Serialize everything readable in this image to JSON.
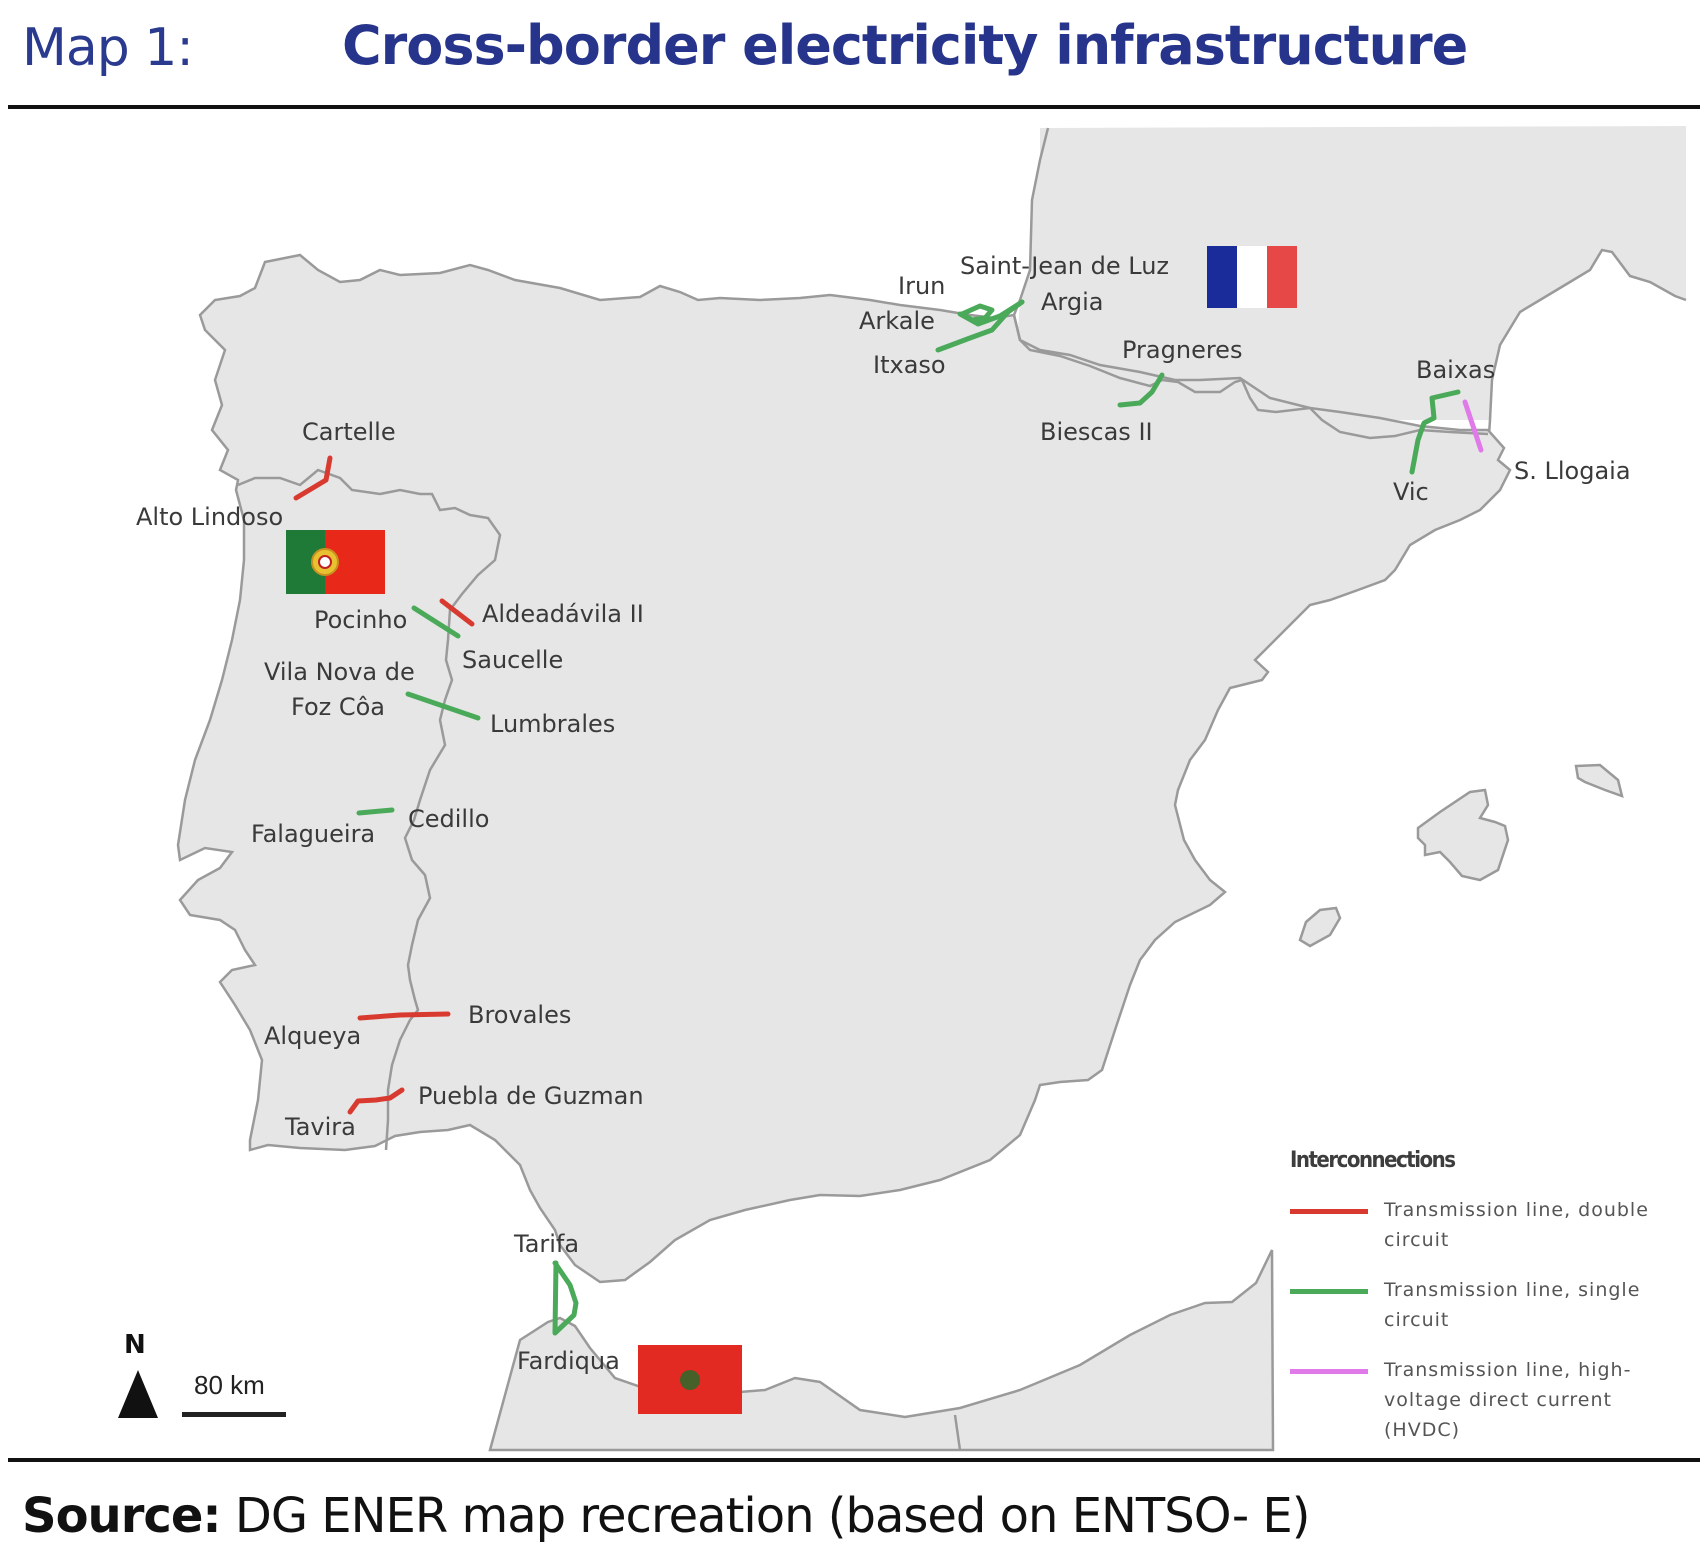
{
  "header": {
    "map_number": "Map 1:",
    "title": "Cross-border electricity infrastructure"
  },
  "colors": {
    "title_blue": "#27348b",
    "land": "#e6e6e6",
    "border": "#9a9a9a",
    "double_circuit": "#d83a30",
    "single_circuit": "#4aaa5a",
    "hvdc": "#e07ae8"
  },
  "map": {
    "flags": [
      {
        "country": "France",
        "icon": "france-flag"
      },
      {
        "country": "Portugal",
        "icon": "portugal-flag"
      },
      {
        "country": "Morocco",
        "icon": "morocco-flag"
      }
    ],
    "labels": {
      "saint_jean_de_luz": "Saint-Jean de Luz",
      "irun": "Irun",
      "argia": "Argia",
      "arkale": "Arkale",
      "itxaso": "Itxaso",
      "pragneres": "Pragneres",
      "biescas": "Biescas II",
      "baixas": "Baixas",
      "vic": "Vic",
      "s_llogaia": "S. Llogaia",
      "cartelle": "Cartelle",
      "alto_lindoso": "Alto Lindoso",
      "pocinho": "Pocinho",
      "aldeadavila": "Aldeadávila II",
      "saucelle": "Saucelle",
      "vila_nova_1": "Vila Nova de",
      "vila_nova_2": "Foz Côa",
      "lumbrales": "Lumbrales",
      "falagueira": "Falagueira",
      "cedillo": "Cedillo",
      "brovales": "Brovales",
      "alqueya": "Alqueya",
      "puebla": "Puebla de Guzman",
      "tavira": "Tavira",
      "tarifa": "Tarifa",
      "fardiqua": "Fardiqua"
    },
    "interconnections": [
      {
        "from": "Cartelle",
        "to": "Alto Lindoso",
        "type": "double_circuit"
      },
      {
        "from": "Aldeadávila II",
        "to": "Pocinho",
        "type": "double_circuit"
      },
      {
        "from": "Saucelle",
        "to": "Pocinho",
        "type": "single_circuit"
      },
      {
        "from": "Lumbrales",
        "to": "Vila Nova de Foz Côa",
        "type": "single_circuit"
      },
      {
        "from": "Cedillo",
        "to": "Falagueira",
        "type": "single_circuit"
      },
      {
        "from": "Brovales",
        "to": "Alqueya",
        "type": "double_circuit"
      },
      {
        "from": "Puebla de Guzman",
        "to": "Tavira",
        "type": "double_circuit"
      },
      {
        "from": "Irun",
        "to": "Argia",
        "type": "single_circuit"
      },
      {
        "from": "Arkale",
        "to": "Argia",
        "type": "single_circuit"
      },
      {
        "from": "Itxaso",
        "to": "Argia",
        "type": "single_circuit"
      },
      {
        "from": "Biescas II",
        "to": "Pragneres",
        "type": "single_circuit"
      },
      {
        "from": "Vic",
        "to": "Baixas",
        "type": "single_circuit"
      },
      {
        "from": "S. Llogaia",
        "to": "Baixas",
        "type": "hvdc"
      },
      {
        "from": "Tarifa",
        "to": "Fardiqua",
        "type": "single_circuit"
      }
    ]
  },
  "legend": {
    "title": "Interconnections",
    "items": [
      {
        "label": "Transmission line, double circuit",
        "color": "#d83a30"
      },
      {
        "label": "Transmission line, single circuit",
        "color": "#4aaa5a"
      },
      {
        "label": "Transmission line, high-voltage direct current (HVDC)",
        "color": "#e07ae8"
      }
    ]
  },
  "scale": {
    "north_label": "N",
    "distance_label": "80 km"
  },
  "source": {
    "prefix": "Source:",
    "text": " DG ENER map recreation (based on ENTSO- E)"
  }
}
